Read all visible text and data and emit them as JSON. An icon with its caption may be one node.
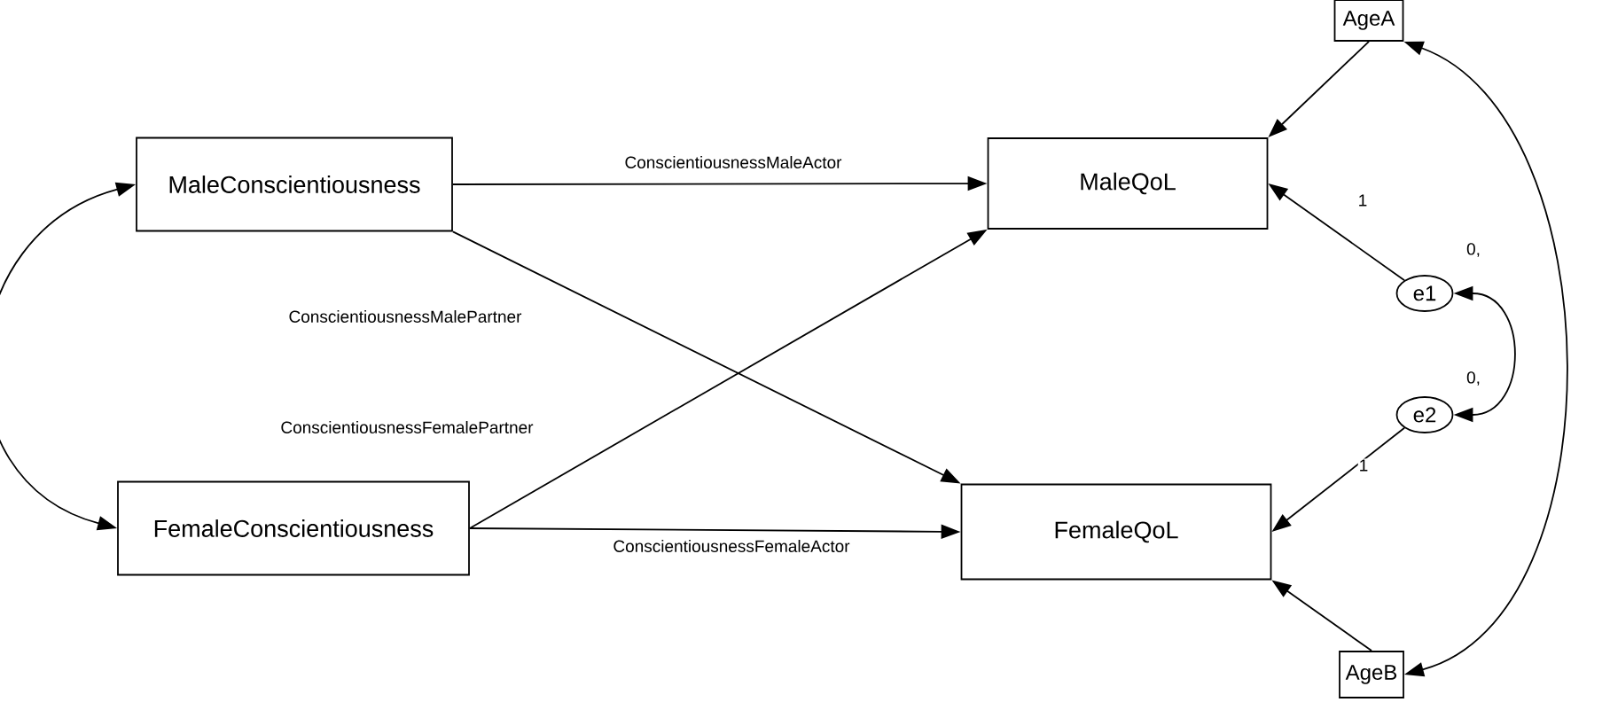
{
  "diagram": {
    "nodes": [
      {
        "text": [
          "MaleConscientiousness"
        ]
      },
      {
        "text": [
          "FemaleConscientiousness"
        ]
      },
      {
        "text": [
          "MaleQoL"
        ]
      },
      {
        "text": [
          "FemaleQoL"
        ]
      },
      {
        "text": [
          "AgeA"
        ]
      },
      {
        "text": [
          "AgeB"
        ]
      },
      {
        "text": [
          "e1"
        ],
        "beside": [
          "0,"
        ]
      },
      {
        "text": [
          "e2"
        ],
        "beside": [
          "0,"
        ]
      }
    ],
    "edges": [
      {
        "from": 0,
        "to": 2,
        "arrow": "to",
        "label": "ConscientiousnessMaleActor"
      },
      {
        "from": 0,
        "to": 3,
        "arrow": "to",
        "label": "ConscientiousnessMalePartner"
      },
      {
        "from": 1,
        "to": 2,
        "arrow": "to",
        "label": "ConscientiousnessFemalePartner"
      },
      {
        "from": 1,
        "to": 3,
        "arrow": "to",
        "label": "ConscientiousnessFemaleActor"
      },
      {
        "from": 0,
        "to": 1,
        "arrow": "both"
      },
      {
        "from": 4,
        "to": 2,
        "arrow": "to"
      },
      {
        "from": 5,
        "to": 3,
        "arrow": "to"
      },
      {
        "from": 6,
        "to": 2,
        "arrow": "to",
        "label": "1"
      },
      {
        "from": 7,
        "to": 3,
        "arrow": "to",
        "label": "1"
      },
      {
        "from": 6,
        "to": 7,
        "arrow": "both"
      },
      {
        "from": 4,
        "to": 5,
        "arrow": "both"
      }
    ]
  }
}
